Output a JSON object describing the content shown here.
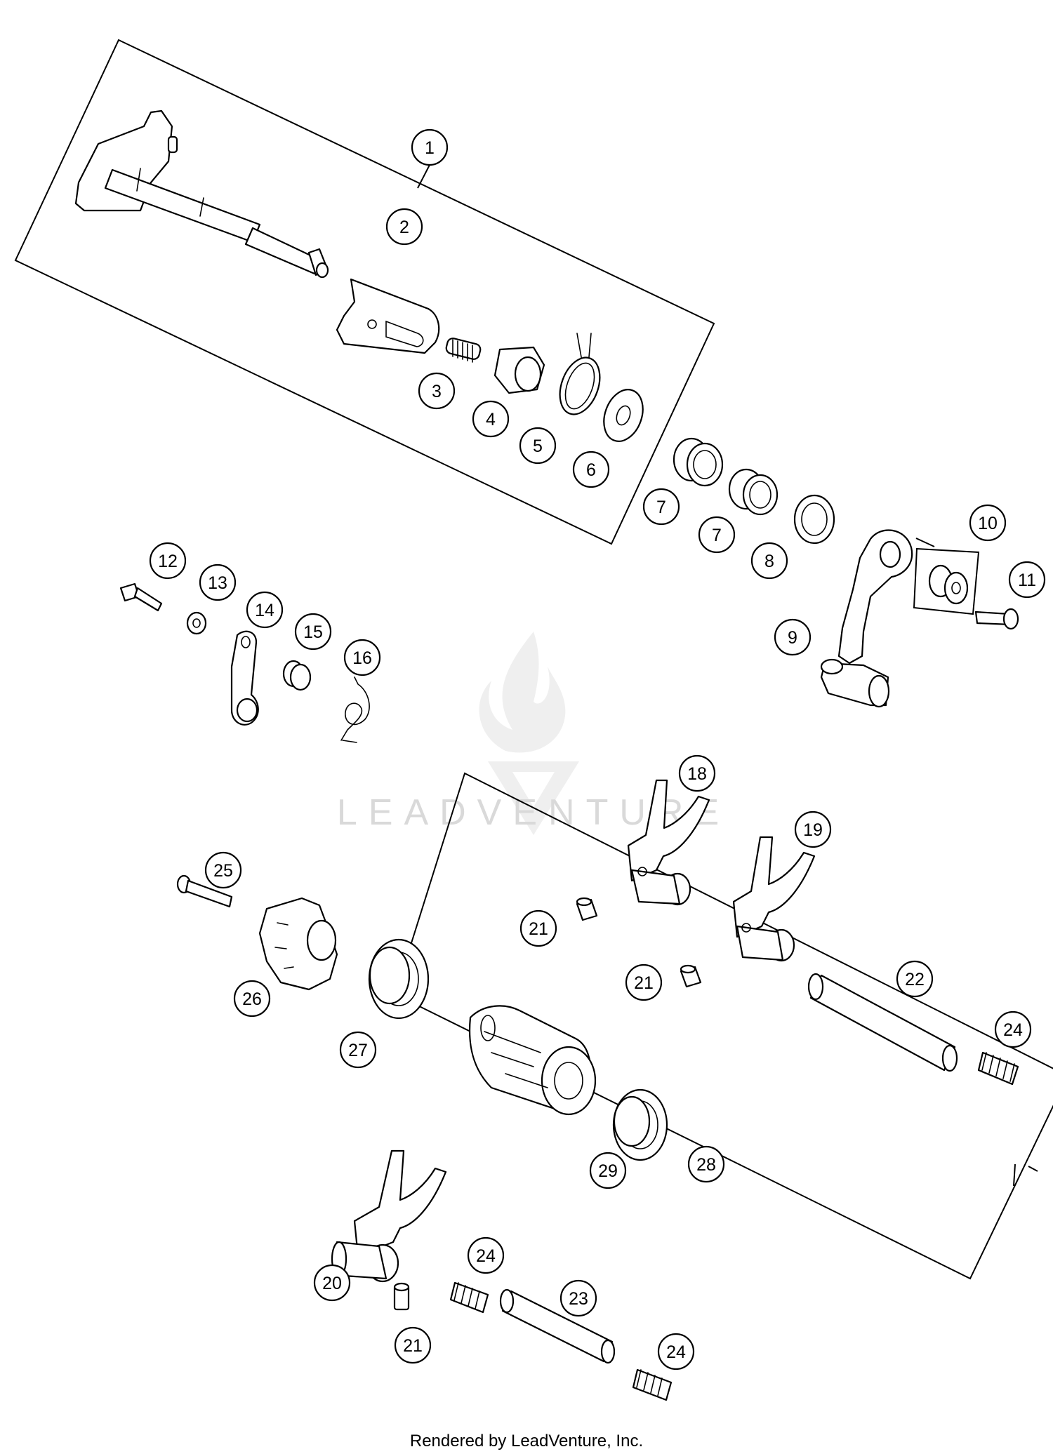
{
  "diagram": {
    "watermark": "LEADVENTURE",
    "footer": "Rendered by LeadVenture, Inc.",
    "callouts": [
      {
        "label": "1"
      },
      {
        "label": "2"
      },
      {
        "label": "3"
      },
      {
        "label": "4"
      },
      {
        "label": "5"
      },
      {
        "label": "6"
      },
      {
        "label": "7"
      },
      {
        "label": "7"
      },
      {
        "label": "8"
      },
      {
        "label": "9"
      },
      {
        "label": "10"
      },
      {
        "label": "11"
      },
      {
        "label": "12"
      },
      {
        "label": "13"
      },
      {
        "label": "14"
      },
      {
        "label": "15"
      },
      {
        "label": "16"
      },
      {
        "label": "18"
      },
      {
        "label": "19"
      },
      {
        "label": "21"
      },
      {
        "label": "21"
      },
      {
        "label": "22"
      },
      {
        "label": "24"
      },
      {
        "label": "25"
      },
      {
        "label": "26"
      },
      {
        "label": "27"
      },
      {
        "label": "28"
      },
      {
        "label": "29"
      },
      {
        "label": "20"
      },
      {
        "label": "24"
      },
      {
        "label": "21"
      },
      {
        "label": "23"
      },
      {
        "label": "24"
      }
    ]
  }
}
